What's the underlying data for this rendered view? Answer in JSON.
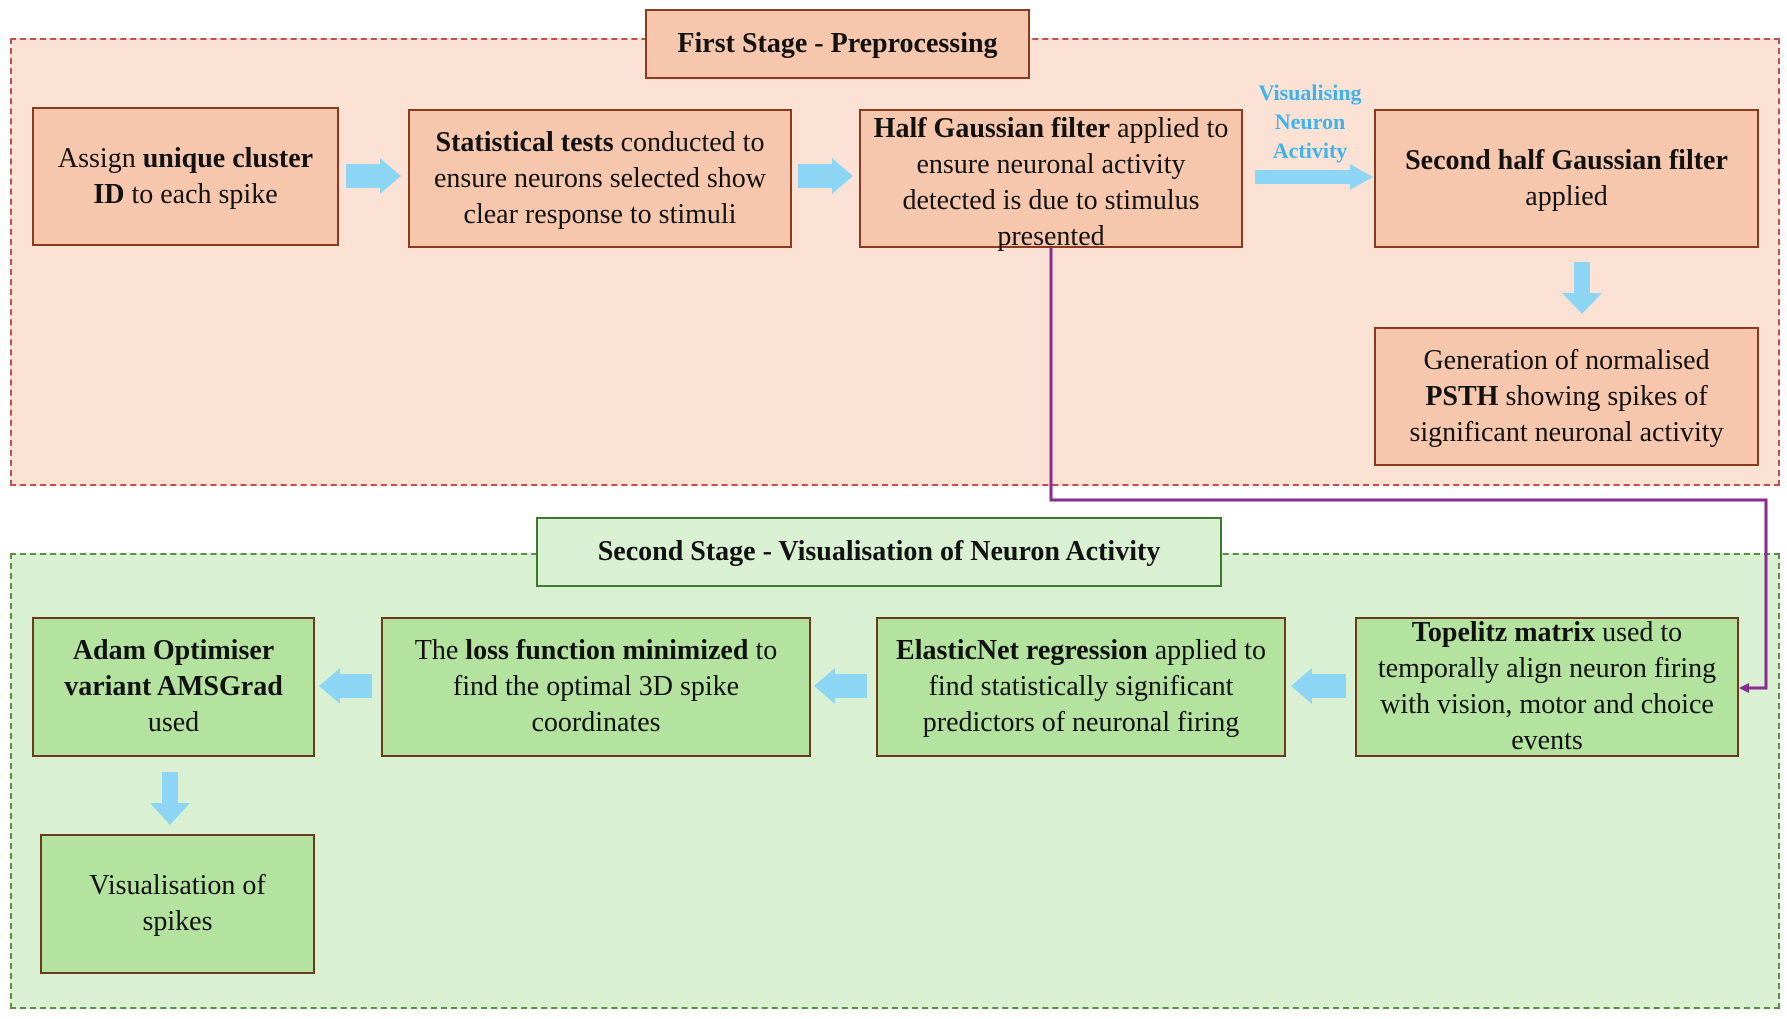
{
  "stage1": {
    "title": "First Stage - Preprocessing"
  },
  "stage2": {
    "title": "Second Stage - Visualisation of Neuron Activity"
  },
  "boxes": {
    "assign": {
      "pre": "Assign ",
      "bold": "unique cluster ID",
      "post": " to each spike"
    },
    "stat": {
      "bold": "Statistical tests",
      "post": " conducted to ensure neurons selected show clear response to stimuli"
    },
    "half": {
      "bold": "Half Gaussian filter",
      "post": " applied to ensure neuronal activity detected is due to stimulus presented"
    },
    "second_half": {
      "bold": "Second half Gaussian filter",
      "post": " applied"
    },
    "psth": {
      "pre": "Generation of normalised ",
      "bold": "PSTH",
      "post": " showing spikes of significant neuronal activity"
    },
    "toeplitz": {
      "bold": "Topelitz matrix",
      "post": " used to temporally align neuron firing with vision, motor and choice events"
    },
    "elastic": {
      "bold": "ElasticNet regression",
      "post": " applied to find statistically significant predictors of neuronal firing"
    },
    "loss": {
      "pre": "The ",
      "bold": "loss function minimized",
      "post": " to find the optimal 3D spike coordinates"
    },
    "adam": {
      "bold": "Adam Optimiser variant AMSGrad",
      "post": " used"
    },
    "vis": {
      "text": "Visualisation of spikes"
    }
  },
  "annotation": {
    "label": "Visualising Neuron Activity"
  },
  "colors": {
    "arrow": "#8dd5f5",
    "connector": "#8b2a8f",
    "annotation": "#3fb3ec",
    "stage1_fill": "#fbe2d5",
    "stage2_fill": "#d9f0d3"
  }
}
